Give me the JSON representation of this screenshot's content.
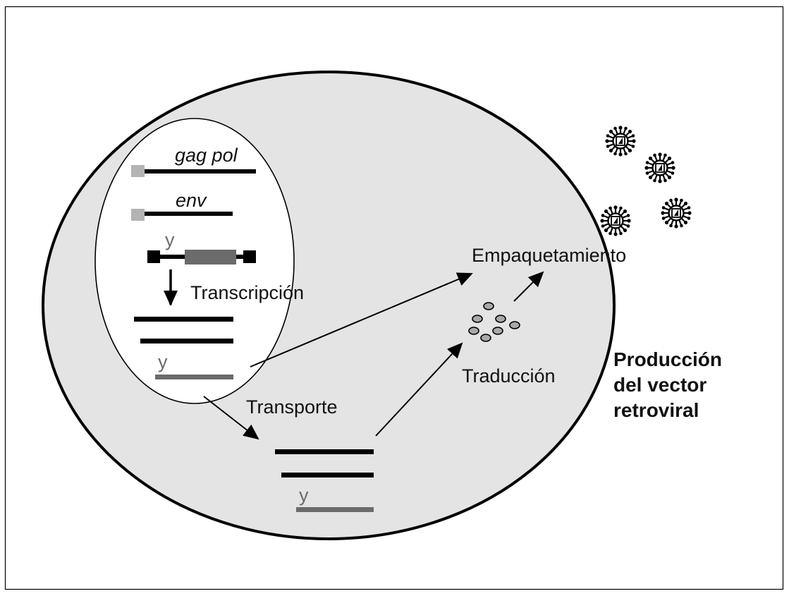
{
  "labels": {
    "gag_pol": "gag pol",
    "env": "env",
    "psi_1": "y",
    "psi_2": "y",
    "psi_3": "y",
    "transcripcion": "Transcripción",
    "transporte": "Transporte",
    "traduccion": "Traducción",
    "empaquetamiento": "Empaquetamiento",
    "title_line1": "Producción",
    "title_line2": "del vector",
    "title_line3": "retroviral"
  },
  "colors": {
    "cell_fill": "#e4e4e4",
    "nucleus_fill": "#ffffff",
    "line": "#000000",
    "promoter": "#b3b3b3",
    "psi_gray": "#6b6b6b",
    "protein_fill": "#a8a8a8"
  },
  "icons": [
    "virion-icon",
    "virion-icon",
    "virion-icon",
    "virion-icon"
  ]
}
